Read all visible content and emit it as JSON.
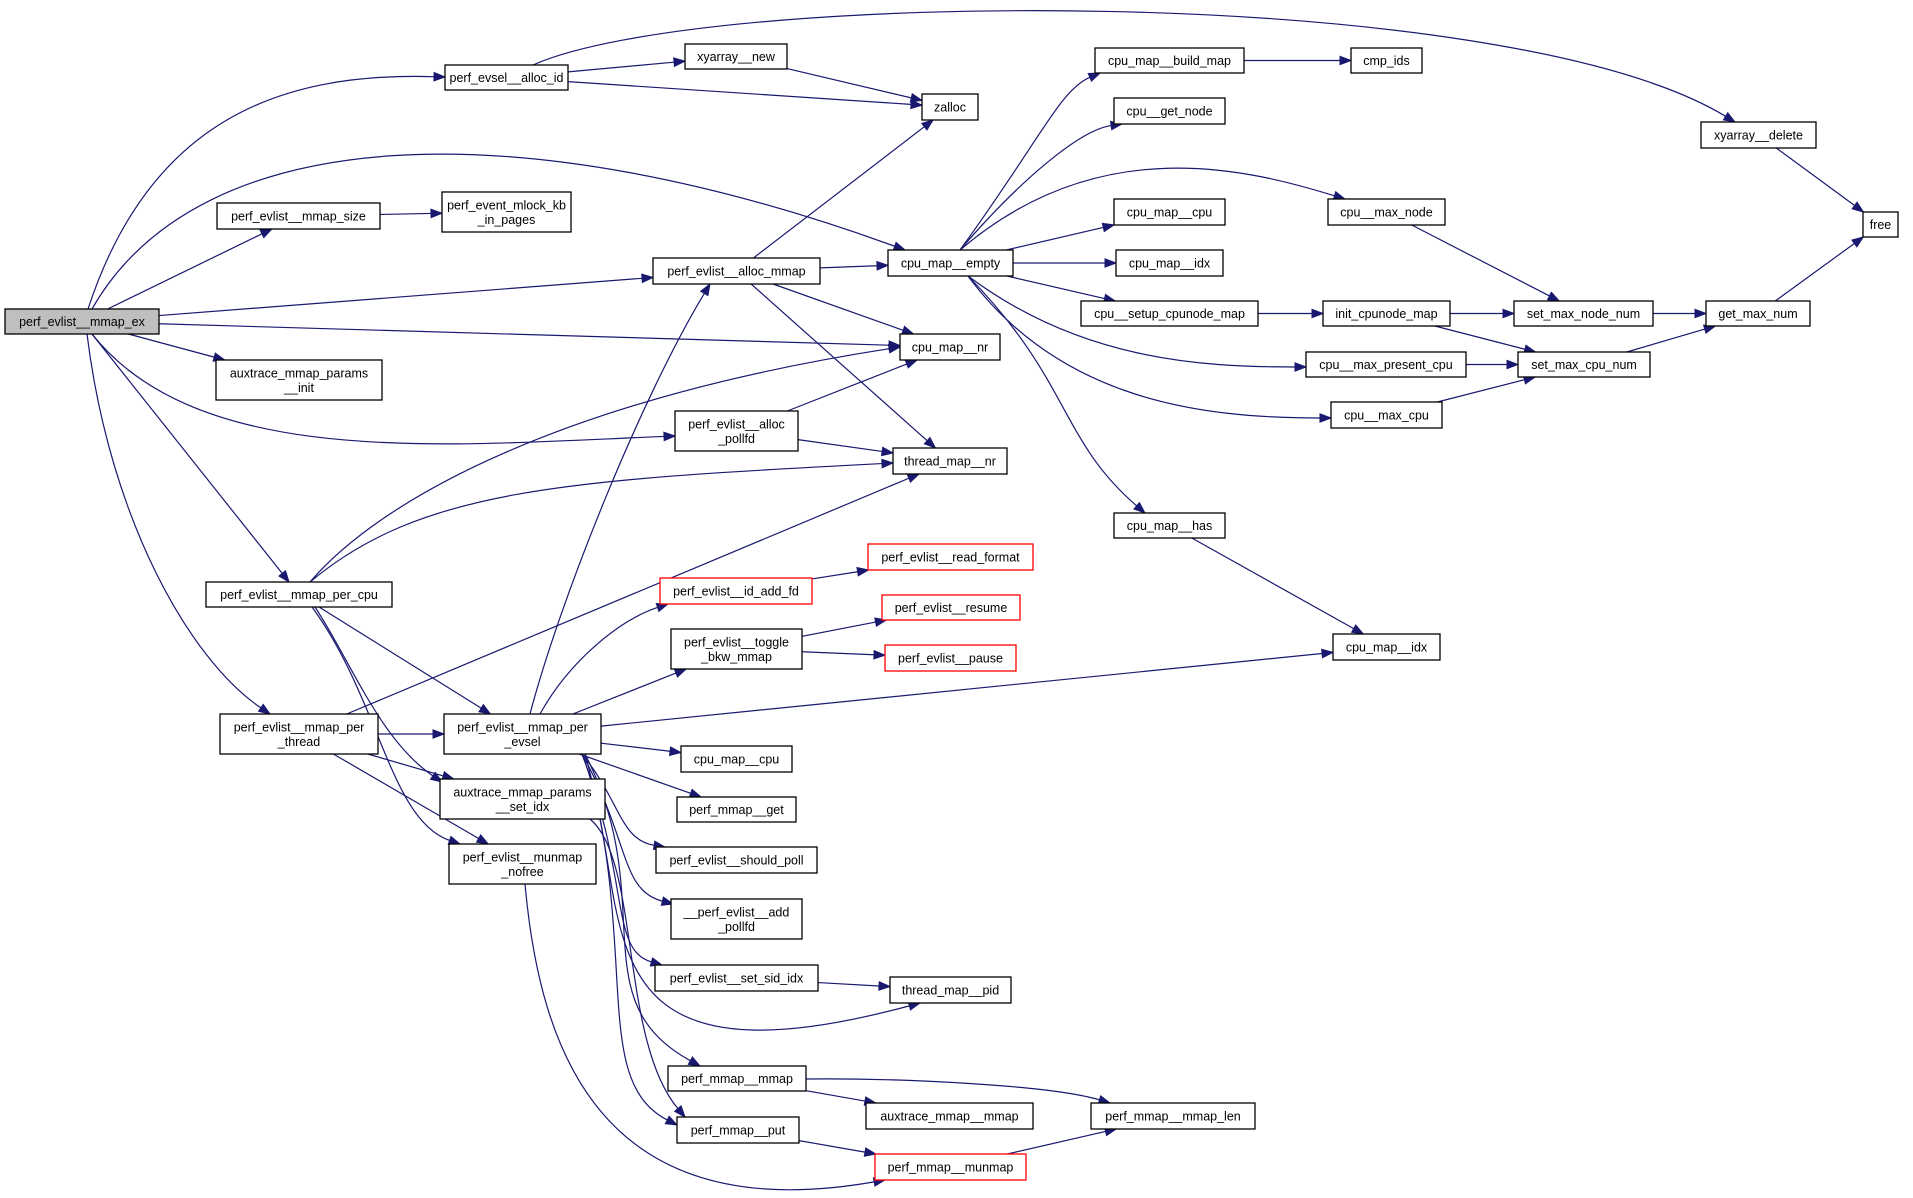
{
  "diagram": {
    "title": "perf_evlist__mmap_ex call graph",
    "colors": {
      "edge": "#191970",
      "root_fill": "#bfbfbf",
      "normal_border": "#000000",
      "truncated_border": "#ff0000"
    },
    "nodes": [
      {
        "id": "mmap_ex",
        "lines": [
          "perf_evlist__mmap_ex"
        ],
        "style": "root"
      },
      {
        "id": "evsel_alloc_id",
        "lines": [
          "perf_evsel__alloc_id"
        ],
        "style": "normal"
      },
      {
        "id": "xyarray_new",
        "lines": [
          "xyarray__new"
        ],
        "style": "normal"
      },
      {
        "id": "zalloc",
        "lines": [
          "zalloc"
        ],
        "style": "normal"
      },
      {
        "id": "mmap_size",
        "lines": [
          "perf_evlist__mmap_size"
        ],
        "style": "normal"
      },
      {
        "id": "mlock_kb",
        "lines": [
          "perf_event_mlock_kb",
          "_in_pages"
        ],
        "style": "normal"
      },
      {
        "id": "alloc_mmap",
        "lines": [
          "perf_evlist__alloc_mmap"
        ],
        "style": "normal"
      },
      {
        "id": "cpu_map_empty",
        "lines": [
          "cpu_map__empty"
        ],
        "style": "normal"
      },
      {
        "id": "cpu_map_nr",
        "lines": [
          "cpu_map__nr"
        ],
        "style": "normal"
      },
      {
        "id": "auxtrace_init",
        "lines": [
          "auxtrace_mmap_params",
          "__init"
        ],
        "style": "normal"
      },
      {
        "id": "alloc_pollfd",
        "lines": [
          "perf_evlist__alloc",
          "_pollfd"
        ],
        "style": "normal"
      },
      {
        "id": "thread_map_nr",
        "lines": [
          "thread_map__nr"
        ],
        "style": "normal"
      },
      {
        "id": "mmap_per_cpu",
        "lines": [
          "perf_evlist__mmap_per_cpu"
        ],
        "style": "normal"
      },
      {
        "id": "mmap_per_thread",
        "lines": [
          "perf_evlist__mmap_per",
          "_thread"
        ],
        "style": "normal"
      },
      {
        "id": "mmap_per_evsel",
        "lines": [
          "perf_evlist__mmap_per",
          "_evsel"
        ],
        "style": "normal"
      },
      {
        "id": "auxtrace_set_idx",
        "lines": [
          "auxtrace_mmap_params",
          "__set_idx"
        ],
        "style": "normal"
      },
      {
        "id": "munmap_nofree",
        "lines": [
          "perf_evlist__munmap",
          "_nofree"
        ],
        "style": "normal"
      },
      {
        "id": "id_add_fd",
        "lines": [
          "perf_evlist__id_add_fd"
        ],
        "style": "truncated"
      },
      {
        "id": "read_format",
        "lines": [
          "perf_evlist__read_format"
        ],
        "style": "truncated"
      },
      {
        "id": "toggle_bkw",
        "lines": [
          "perf_evlist__toggle",
          "_bkw_mmap"
        ],
        "style": "normal"
      },
      {
        "id": "resume",
        "lines": [
          "perf_evlist__resume"
        ],
        "style": "truncated"
      },
      {
        "id": "pause",
        "lines": [
          "perf_evlist__pause"
        ],
        "style": "truncated"
      },
      {
        "id": "cpu_map_cpu2",
        "lines": [
          "cpu_map__cpu"
        ],
        "style": "normal"
      },
      {
        "id": "perf_mmap_get",
        "lines": [
          "perf_mmap__get"
        ],
        "style": "normal"
      },
      {
        "id": "should_poll",
        "lines": [
          "perf_evlist__should_poll"
        ],
        "style": "normal"
      },
      {
        "id": "add_pollfd",
        "lines": [
          "__perf_evlist__add",
          "_pollfd"
        ],
        "style": "normal"
      },
      {
        "id": "set_sid_idx",
        "lines": [
          "perf_evlist__set_sid_idx"
        ],
        "style": "normal"
      },
      {
        "id": "thread_map_pid",
        "lines": [
          "thread_map__pid"
        ],
        "style": "normal"
      },
      {
        "id": "perf_mmap_mmap",
        "lines": [
          "perf_mmap__mmap"
        ],
        "style": "normal"
      },
      {
        "id": "auxtrace_mmap_mmap",
        "lines": [
          "auxtrace_mmap__mmap"
        ],
        "style": "normal"
      },
      {
        "id": "perf_mmap_mmap_len",
        "lines": [
          "perf_mmap__mmap_len"
        ],
        "style": "normal"
      },
      {
        "id": "perf_mmap_put",
        "lines": [
          "perf_mmap__put"
        ],
        "style": "normal"
      },
      {
        "id": "perf_mmap_munmap",
        "lines": [
          "perf_mmap__munmap"
        ],
        "style": "truncated"
      },
      {
        "id": "build_map",
        "lines": [
          "cpu_map__build_map"
        ],
        "style": "normal"
      },
      {
        "id": "cmp_ids",
        "lines": [
          "cmp_ids"
        ],
        "style": "normal"
      },
      {
        "id": "get_node",
        "lines": [
          "cpu__get_node"
        ],
        "style": "normal"
      },
      {
        "id": "cpu_map_cpu",
        "lines": [
          "cpu_map__cpu"
        ],
        "style": "normal"
      },
      {
        "id": "cpu_map_idx",
        "lines": [
          "cpu_map__idx"
        ],
        "style": "normal"
      },
      {
        "id": "setup_cpunode",
        "lines": [
          "cpu__setup_cpunode_map"
        ],
        "style": "normal"
      },
      {
        "id": "init_cpunode",
        "lines": [
          "init_cpunode_map"
        ],
        "style": "normal"
      },
      {
        "id": "max_node",
        "lines": [
          "cpu__max_node"
        ],
        "style": "normal"
      },
      {
        "id": "max_present_cpu",
        "lines": [
          "cpu__max_present_cpu"
        ],
        "style": "normal"
      },
      {
        "id": "max_cpu",
        "lines": [
          "cpu__max_cpu"
        ],
        "style": "normal"
      },
      {
        "id": "cpu_map_has",
        "lines": [
          "cpu_map__has"
        ],
        "style": "normal"
      },
      {
        "id": "cpu_map_idx2",
        "lines": [
          "cpu_map__idx"
        ],
        "style": "normal"
      },
      {
        "id": "set_max_node_num",
        "lines": [
          "set_max_node_num"
        ],
        "style": "normal"
      },
      {
        "id": "set_max_cpu_num",
        "lines": [
          "set_max_cpu_num"
        ],
        "style": "normal"
      },
      {
        "id": "get_max_num",
        "lines": [
          "get_max_num"
        ],
        "style": "normal"
      },
      {
        "id": "xyarray_delete",
        "lines": [
          "xyarray__delete"
        ],
        "style": "normal"
      },
      {
        "id": "free",
        "lines": [
          "free"
        ],
        "style": "normal"
      }
    ],
    "edges": [
      [
        "mmap_ex",
        "evsel_alloc_id"
      ],
      [
        "mmap_ex",
        "cpu_map_empty"
      ],
      [
        "mmap_ex",
        "mmap_size"
      ],
      [
        "mmap_ex",
        "alloc_mmap"
      ],
      [
        "mmap_ex",
        "cpu_map_nr"
      ],
      [
        "mmap_ex",
        "auxtrace_init"
      ],
      [
        "mmap_ex",
        "alloc_pollfd"
      ],
      [
        "mmap_ex",
        "mmap_per_cpu"
      ],
      [
        "mmap_ex",
        "mmap_per_thread"
      ],
      [
        "evsel_alloc_id",
        "xyarray_new"
      ],
      [
        "evsel_alloc_id",
        "zalloc"
      ],
      [
        "evsel_alloc_id",
        "xyarray_delete"
      ],
      [
        "xyarray_new",
        "zalloc"
      ],
      [
        "mmap_size",
        "mlock_kb"
      ],
      [
        "alloc_mmap",
        "zalloc"
      ],
      [
        "alloc_mmap",
        "cpu_map_empty"
      ],
      [
        "alloc_mmap",
        "cpu_map_nr"
      ],
      [
        "alloc_mmap",
        "thread_map_nr"
      ],
      [
        "alloc_pollfd",
        "cpu_map_nr"
      ],
      [
        "alloc_pollfd",
        "thread_map_nr"
      ],
      [
        "mmap_per_cpu",
        "cpu_map_nr"
      ],
      [
        "mmap_per_cpu",
        "thread_map_nr"
      ],
      [
        "mmap_per_cpu",
        "mmap_per_evsel"
      ],
      [
        "mmap_per_cpu",
        "auxtrace_set_idx"
      ],
      [
        "mmap_per_cpu",
        "munmap_nofree"
      ],
      [
        "mmap_per_thread",
        "thread_map_nr"
      ],
      [
        "mmap_per_thread",
        "mmap_per_evsel"
      ],
      [
        "mmap_per_thread",
        "auxtrace_set_idx"
      ],
      [
        "mmap_per_thread",
        "munmap_nofree"
      ],
      [
        "mmap_per_evsel",
        "alloc_mmap"
      ],
      [
        "mmap_per_evsel",
        "id_add_fd"
      ],
      [
        "mmap_per_evsel",
        "toggle_bkw"
      ],
      [
        "mmap_per_evsel",
        "cpu_map_idx2"
      ],
      [
        "mmap_per_evsel",
        "cpu_map_cpu2"
      ],
      [
        "mmap_per_evsel",
        "perf_mmap_get"
      ],
      [
        "mmap_per_evsel",
        "should_poll"
      ],
      [
        "mmap_per_evsel",
        "add_pollfd"
      ],
      [
        "mmap_per_evsel",
        "set_sid_idx"
      ],
      [
        "mmap_per_evsel",
        "thread_map_pid"
      ],
      [
        "mmap_per_evsel",
        "perf_mmap_mmap"
      ],
      [
        "mmap_per_evsel",
        "perf_mmap_put"
      ],
      [
        "auxtrace_set_idx",
        "perf_mmap_put"
      ],
      [
        "munmap_nofree",
        "perf_mmap_munmap"
      ],
      [
        "id_add_fd",
        "read_format"
      ],
      [
        "toggle_bkw",
        "resume"
      ],
      [
        "toggle_bkw",
        "pause"
      ],
      [
        "set_sid_idx",
        "thread_map_pid"
      ],
      [
        "perf_mmap_mmap",
        "auxtrace_mmap_mmap"
      ],
      [
        "perf_mmap_mmap",
        "perf_mmap_mmap_len"
      ],
      [
        "perf_mmap_put",
        "perf_mmap_munmap"
      ],
      [
        "perf_mmap_munmap",
        "perf_mmap_mmap_len"
      ],
      [
        "cpu_map_empty",
        "build_map"
      ],
      [
        "cpu_map_empty",
        "get_node"
      ],
      [
        "cpu_map_empty",
        "max_node"
      ],
      [
        "cpu_map_empty",
        "cpu_map_cpu"
      ],
      [
        "cpu_map_empty",
        "cpu_map_idx"
      ],
      [
        "cpu_map_empty",
        "setup_cpunode"
      ],
      [
        "cpu_map_empty",
        "max_present_cpu"
      ],
      [
        "cpu_map_empty",
        "max_cpu"
      ],
      [
        "cpu_map_empty",
        "cpu_map_has"
      ],
      [
        "build_map",
        "cmp_ids"
      ],
      [
        "setup_cpunode",
        "init_cpunode"
      ],
      [
        "init_cpunode",
        "set_max_node_num"
      ],
      [
        "init_cpunode",
        "set_max_cpu_num"
      ],
      [
        "max_node",
        "set_max_node_num"
      ],
      [
        "max_present_cpu",
        "set_max_cpu_num"
      ],
      [
        "max_cpu",
        "set_max_cpu_num"
      ],
      [
        "set_max_node_num",
        "get_max_num"
      ],
      [
        "set_max_cpu_num",
        "get_max_num"
      ],
      [
        "get_max_num",
        "free"
      ],
      [
        "xyarray_delete",
        "free"
      ],
      [
        "cpu_map_has",
        "cpu_map_idx2"
      ]
    ]
  }
}
